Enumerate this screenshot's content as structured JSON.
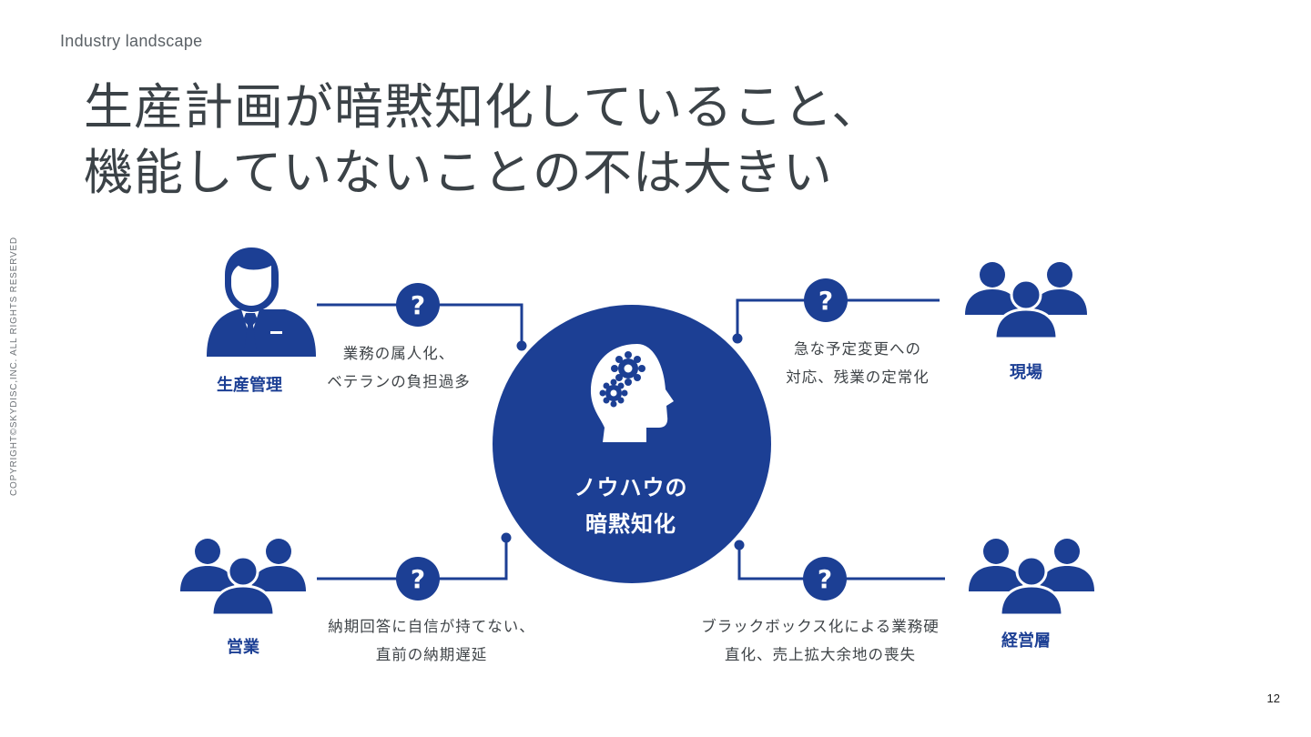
{
  "section_label": "Industry landscape",
  "title": {
    "line1": "生産計画が暗黙知化していること、",
    "line2": "機能していないことの不は大きい"
  },
  "copyright": "COPYRIGHT©SKYDISC,INC. ALL RIGHTS RESERVED",
  "page_number": "12",
  "colors": {
    "accent": "#1c3f94",
    "text": "#3f4448"
  },
  "center": {
    "line1": "ノウハウの",
    "line2": "暗黙知化",
    "icon": "head-gears-icon"
  },
  "nodes": [
    {
      "role": "生産管理",
      "icon": "businessman-icon",
      "desc_line1": "業務の属人化、",
      "desc_line2": "ベテランの負担過多"
    },
    {
      "role": "現場",
      "icon": "group-icon",
      "desc_line1": "急な予定変更への",
      "desc_line2": "対応、残業の定常化"
    },
    {
      "role": "営業",
      "icon": "group-icon",
      "desc_line1": "納期回答に自信が持てない、",
      "desc_line2": "直前の納期遅延"
    },
    {
      "role": "経営層",
      "icon": "group-icon",
      "desc_line1": "ブラックボックス化による業務硬",
      "desc_line2": "直化、売上拡大余地の喪失"
    }
  ],
  "question_mark": "?"
}
